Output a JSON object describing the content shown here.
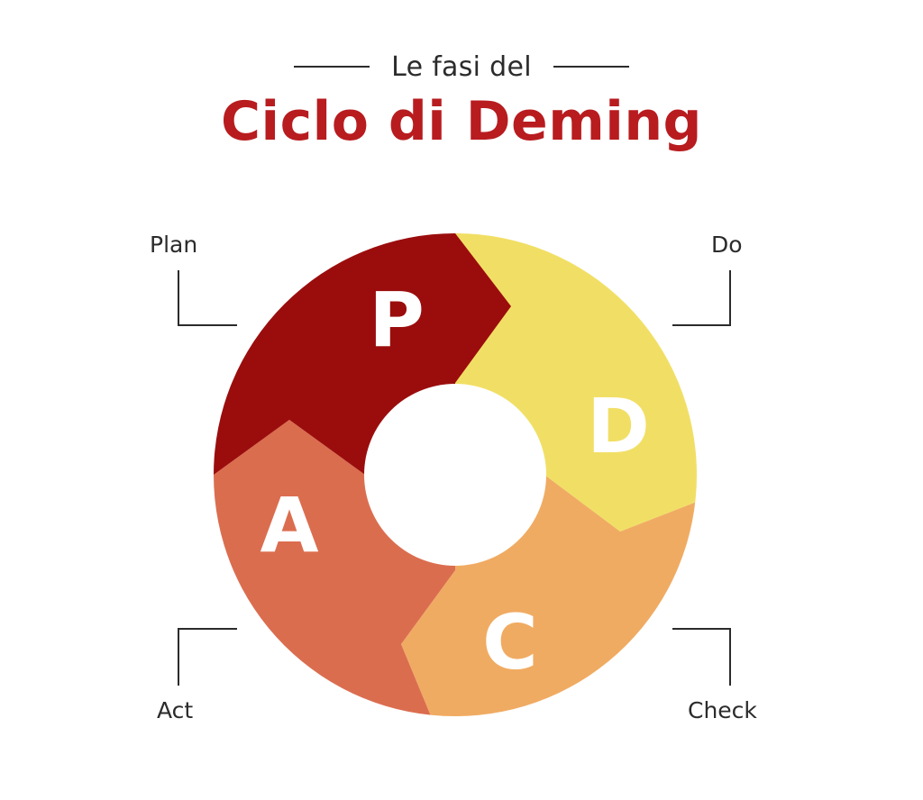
{
  "header": {
    "subtitle": "Le fasi del",
    "title": "Ciclo di Deming"
  },
  "colors": {
    "title": "#b81c1f",
    "text": "#2b2b2b",
    "plan": "#9b0d0d",
    "do": "#f1df65",
    "check": "#f0ab62",
    "act": "#db6d4f",
    "letter": "#ffffff"
  },
  "phases": [
    {
      "key": "plan",
      "letter": "P",
      "label": "Plan",
      "color": "#9b0d0d"
    },
    {
      "key": "do",
      "letter": "D",
      "label": "Do",
      "color": "#f1df65"
    },
    {
      "key": "check",
      "letter": "C",
      "label": "Check",
      "color": "#f0ab62"
    },
    {
      "key": "act",
      "letter": "A",
      "label": "Act",
      "color": "#db6d4f"
    }
  ]
}
